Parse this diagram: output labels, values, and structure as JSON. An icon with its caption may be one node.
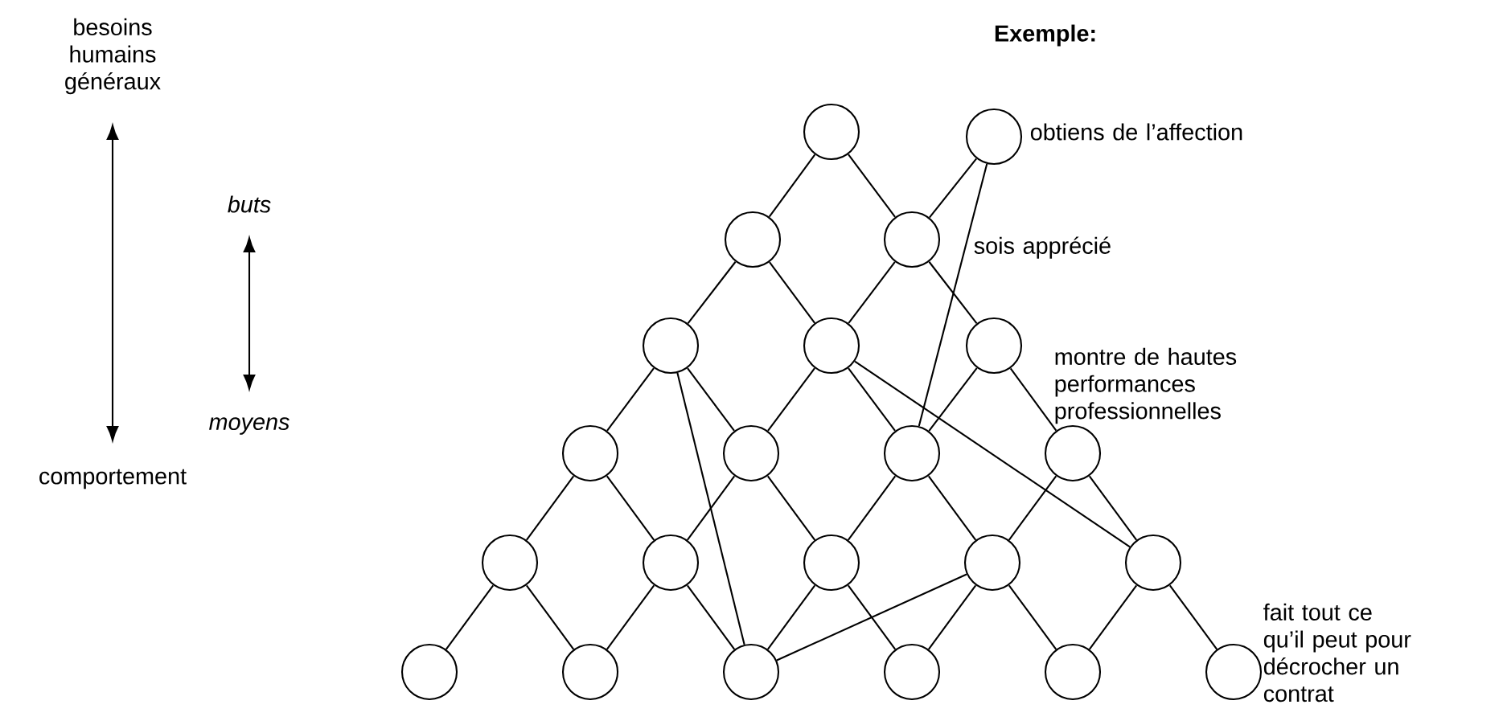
{
  "diagram": {
    "title": "Exemple:",
    "nodes": [
      {
        "text": [],
        "shape": "circle"
      },
      {
        "text": [],
        "shape": "circle",
        "beside": [
          "obtiens de l’affection"
        ]
      },
      {
        "text": [],
        "shape": "circle"
      },
      {
        "text": [],
        "shape": "circle",
        "beside": [
          "sois apprécié"
        ]
      },
      {
        "text": [],
        "shape": "circle"
      },
      {
        "text": [],
        "shape": "circle"
      },
      {
        "text": [],
        "shape": "circle"
      },
      {
        "text": [],
        "shape": "circle"
      },
      {
        "text": [],
        "shape": "circle"
      },
      {
        "text": [],
        "shape": "circle"
      },
      {
        "text": [],
        "shape": "circle",
        "beside": [
          "montre de hautes performances professionnelles"
        ]
      },
      {
        "text": [],
        "shape": "circle"
      },
      {
        "text": [],
        "shape": "circle"
      },
      {
        "text": [],
        "shape": "circle"
      },
      {
        "text": [],
        "shape": "circle"
      },
      {
        "text": [],
        "shape": "circle"
      },
      {
        "text": [],
        "shape": "circle"
      },
      {
        "text": [],
        "shape": "circle"
      },
      {
        "text": [],
        "shape": "circle"
      },
      {
        "text": [],
        "shape": "circle"
      },
      {
        "text": [],
        "shape": "circle"
      },
      {
        "text": [],
        "shape": "circle",
        "beside": [
          "fait tout ce qu’il peut pour décrocher un contrat"
        ]
      }
    ],
    "edges": [
      {
        "from": 0,
        "to": 2,
        "arrow": "none"
      },
      {
        "from": 0,
        "to": 3,
        "arrow": "none"
      },
      {
        "from": 1,
        "to": 3,
        "arrow": "none"
      },
      {
        "from": 1,
        "to": 9,
        "arrow": "none"
      },
      {
        "from": 2,
        "to": 4,
        "arrow": "none"
      },
      {
        "from": 2,
        "to": 5,
        "arrow": "none"
      },
      {
        "from": 3,
        "to": 5,
        "arrow": "none"
      },
      {
        "from": 3,
        "to": 6,
        "arrow": "none"
      },
      {
        "from": 4,
        "to": 7,
        "arrow": "none"
      },
      {
        "from": 4,
        "to": 8,
        "arrow": "none"
      },
      {
        "from": 4,
        "to": 18,
        "arrow": "none"
      },
      {
        "from": 5,
        "to": 8,
        "arrow": "none"
      },
      {
        "from": 5,
        "to": 9,
        "arrow": "none"
      },
      {
        "from": 5,
        "to": 15,
        "arrow": "none"
      },
      {
        "from": 6,
        "to": 9,
        "arrow": "none"
      },
      {
        "from": 6,
        "to": 10,
        "arrow": "none"
      },
      {
        "from": 7,
        "to": 11,
        "arrow": "none"
      },
      {
        "from": 7,
        "to": 12,
        "arrow": "none"
      },
      {
        "from": 8,
        "to": 12,
        "arrow": "none"
      },
      {
        "from": 8,
        "to": 13,
        "arrow": "none"
      },
      {
        "from": 9,
        "to": 13,
        "arrow": "none"
      },
      {
        "from": 9,
        "to": 14,
        "arrow": "none"
      },
      {
        "from": 10,
        "to": 14,
        "arrow": "none"
      },
      {
        "from": 10,
        "to": 15,
        "arrow": "none"
      },
      {
        "from": 11,
        "to": 16,
        "arrow": "none"
      },
      {
        "from": 11,
        "to": 17,
        "arrow": "none"
      },
      {
        "from": 12,
        "to": 17,
        "arrow": "none"
      },
      {
        "from": 12,
        "to": 18,
        "arrow": "none"
      },
      {
        "from": 13,
        "to": 18,
        "arrow": "none"
      },
      {
        "from": 13,
        "to": 19,
        "arrow": "none"
      },
      {
        "from": 14,
        "to": 18,
        "arrow": "none"
      },
      {
        "from": 14,
        "to": 19,
        "arrow": "none"
      },
      {
        "from": 14,
        "to": 20,
        "arrow": "none"
      },
      {
        "from": 15,
        "to": 20,
        "arrow": "none"
      },
      {
        "from": 15,
        "to": 21,
        "arrow": "none"
      }
    ],
    "labels": [
      "besoins humains généraux",
      "buts",
      "moyens",
      "comportement"
    ]
  }
}
